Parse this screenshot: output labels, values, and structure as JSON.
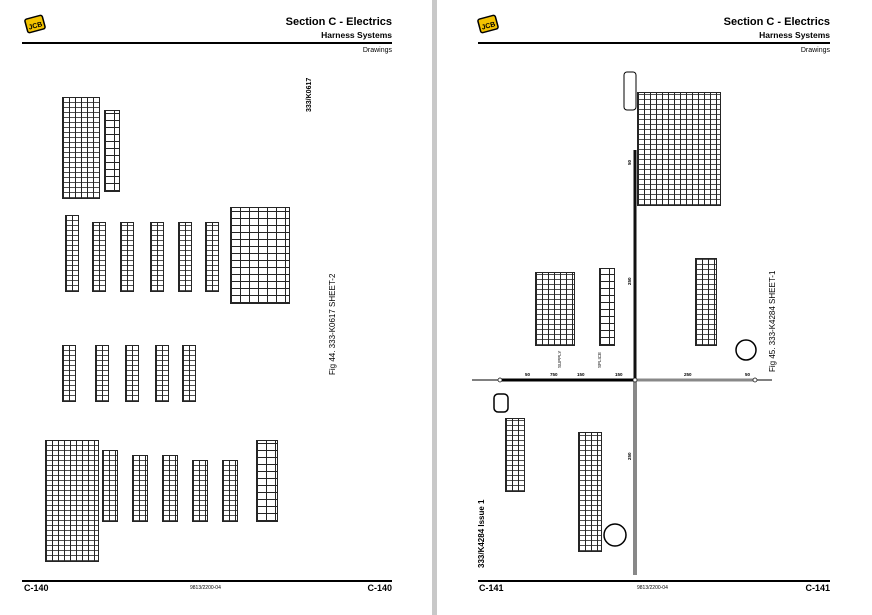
{
  "pages": [
    {
      "section": "Section C - Electrics",
      "subsection": "Harness Systems",
      "topic": "Drawings",
      "page_number": "C-140",
      "doc_number": "9813/2200-04",
      "drawing_ref": "333/K0617",
      "figure_caption": "Fig 44. 333-K0617 SHEET-2"
    },
    {
      "section": "Section C - Electrics",
      "subsection": "Harness Systems",
      "topic": "Drawings",
      "page_number": "C-141",
      "doc_number": "9813/2200-04",
      "drawing_ref": "333/K4284 Issue 1",
      "figure_caption": "Fig 45. 333-K4284 SHEET-1",
      "wire_lengths": [
        "50",
        "750",
        "150",
        "150",
        "250",
        "50",
        "250",
        "250",
        "50"
      ],
      "wire_labels": [
        "SUPPLY",
        "SPLICE"
      ]
    }
  ]
}
